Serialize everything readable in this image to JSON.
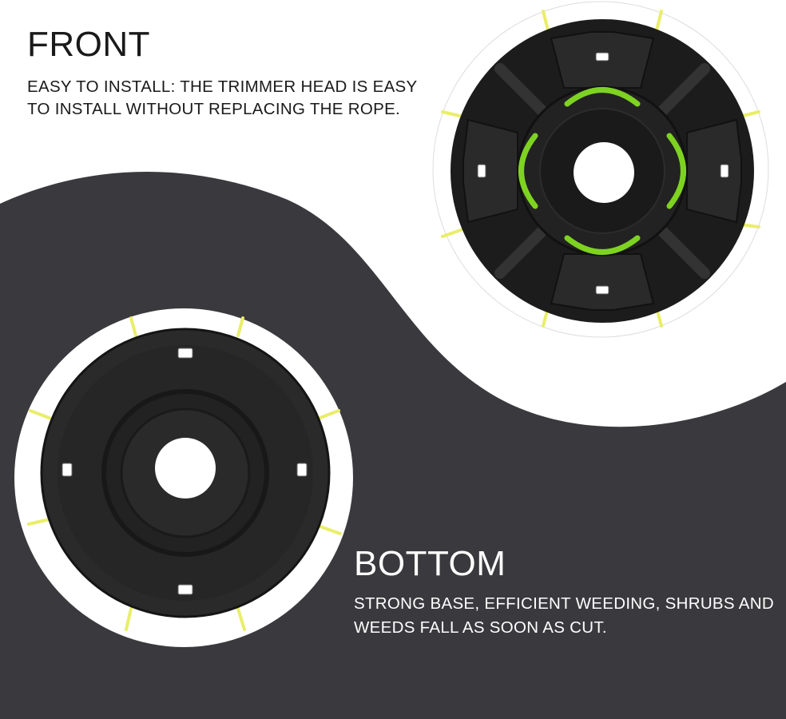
{
  "front": {
    "title": "FRONT",
    "description": "EASY TO INSTALL: THE TRIMMER HEAD IS EASY TO INSTALL WITHOUT REPLACING THE ROPE."
  },
  "bottom": {
    "title": "BOTTOM",
    "description": "STRONG BASE, EFFICIENT WEEDING, SHRUBS AND WEEDS FALL AS SOON AS CUT."
  },
  "colors": {
    "background_light": "#ffffff",
    "background_dark": "#3a393d",
    "disc_black": "#1c1c1c",
    "accent_green": "#7ed321",
    "trimmer_line_yellow": "#e9ee6a"
  },
  "icons": {
    "front_view": "trimmer-head-front-image",
    "bottom_view": "trimmer-head-bottom-image"
  }
}
